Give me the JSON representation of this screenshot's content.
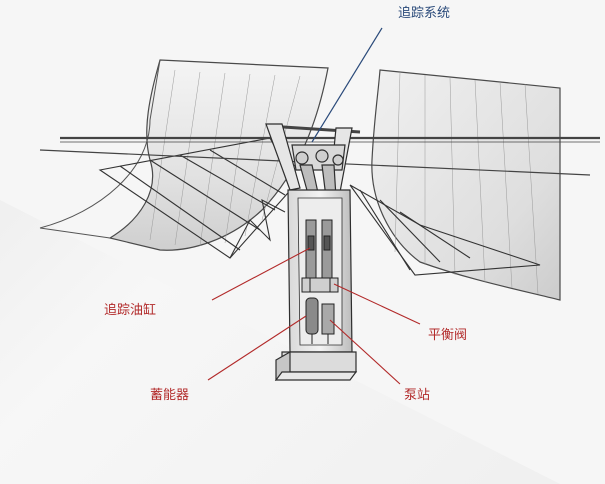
{
  "labels": {
    "tracking_system": "追踪系统",
    "tracking_cylinder": "追踪油缸",
    "balance_valve": "平衡阀",
    "accumulator": "蓄能器",
    "pump_station": "泵站"
  },
  "colors": {
    "callout_blue": "#2a4a7a",
    "callout_red": "#b22a2a",
    "line_art": "#3a3a3a",
    "background": "#f2f2f2"
  }
}
